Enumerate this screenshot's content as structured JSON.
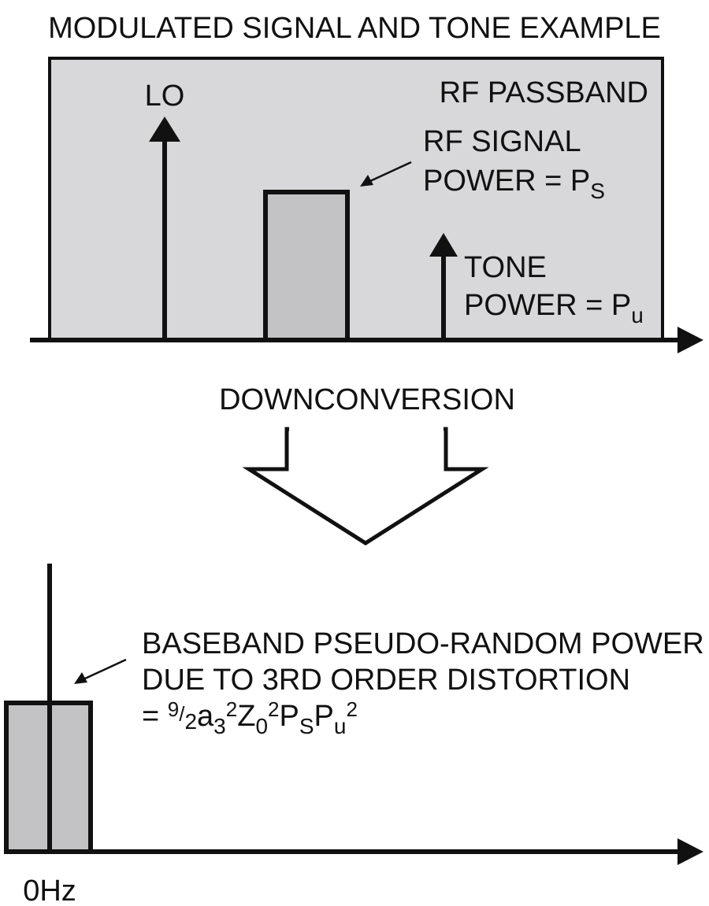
{
  "title": "MODULATED SIGNAL AND TONE EXAMPLE",
  "colors": {
    "passband_fill": "#d8d8da",
    "signal_fill": "#c3c3c6",
    "stroke": "#111111"
  },
  "rf_section": {
    "passband_label": "RF PASSBAND",
    "lo_label": "LO",
    "rf_signal": {
      "line1": "RF SIGNAL",
      "line2_prefix": "POWER = P",
      "line2_subscript": "S"
    },
    "tone": {
      "line1": "TONE",
      "line2_prefix": "POWER = P",
      "line2_subscript": "u"
    }
  },
  "conversion_label": "DOWNCONVERSION",
  "baseband_section": {
    "line1": "BASEBAND PSEUDO-RANDOM POWER",
    "line2": "DUE TO 3RD ORDER DISTORTION",
    "formula": {
      "eq": "= ",
      "frac_num": "9",
      "frac_slash": "/",
      "frac_den": "2",
      "a": "a",
      "a_sub": "3",
      "a_sup": "2",
      "z": "Z",
      "z_sub": "0",
      "z_sup": "2",
      "ps": "P",
      "ps_sub": "S",
      "pu": "P",
      "pu_sub": "u",
      "pu_sup": "2"
    },
    "zero_label": "0Hz"
  }
}
